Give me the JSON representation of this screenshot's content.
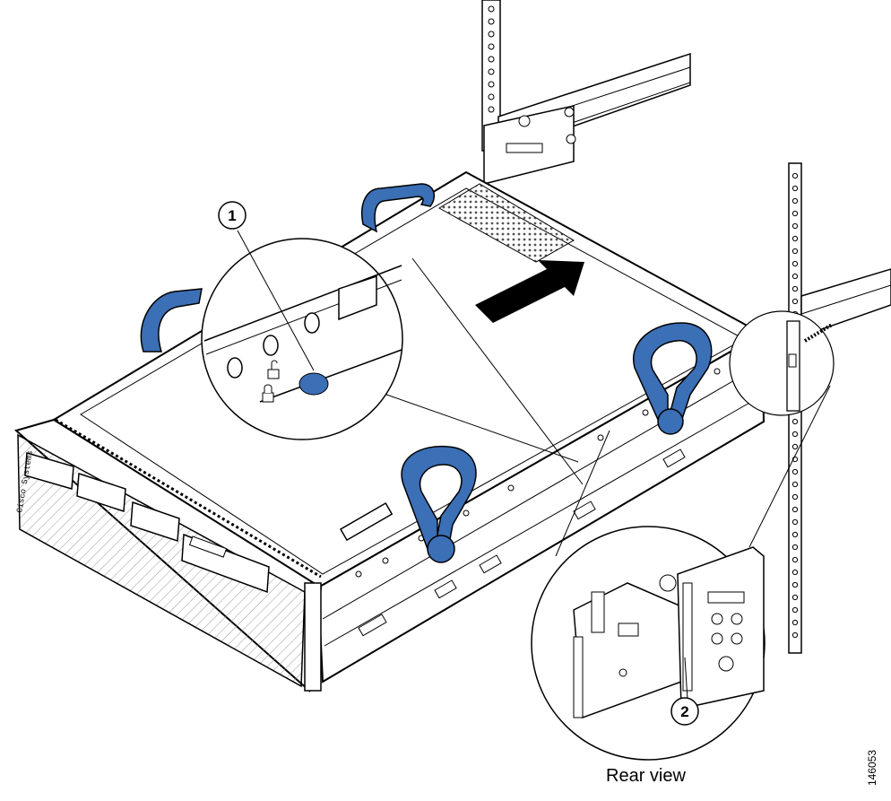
{
  "callouts": [
    {
      "label": "1"
    },
    {
      "label": "2"
    }
  ],
  "caption": "Rear view",
  "figure_id": "146053",
  "front_panel": {
    "brand": "Cisco Systems"
  },
  "colors": {
    "handle_blue": "#3b6fb6",
    "line": "#000000",
    "arrow": "#000000"
  },
  "icons": [
    "unlock-icon",
    "lock-icon"
  ]
}
